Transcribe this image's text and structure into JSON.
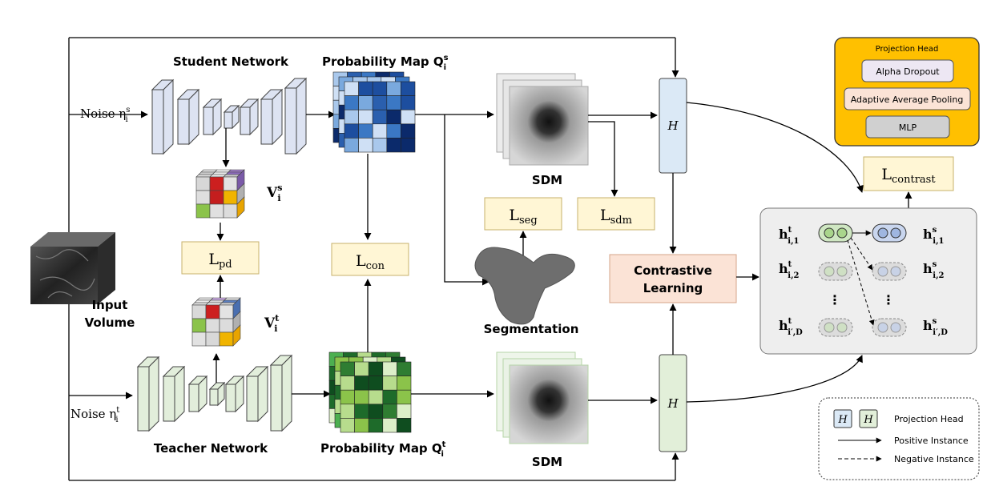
{
  "labels": {
    "student_network": "Student Network",
    "teacher_network": "Teacher Network",
    "prob_map_student": "Probability Map Q",
    "prob_map_student_sup": "s",
    "prob_map_student_sub": "i",
    "prob_map_teacher": "Probability Map Q",
    "prob_map_teacher_sup": "t",
    "prob_map_teacher_sub": "i",
    "noise_student": "Noise η",
    "noise_student_sup": "s",
    "noise_student_sub": "i",
    "noise_teacher": "Noise η",
    "noise_teacher_sup": "t",
    "noise_teacher_sub": "i",
    "input_volume_1": "Input",
    "input_volume_2": "Volume",
    "sdm_top": "SDM",
    "sdm_bottom": "SDM",
    "segmentation": "Segmentation",
    "vs": "V",
    "vs_sup": "s",
    "vs_sub": "i",
    "vt": "V",
    "vt_sup": "t",
    "vt_sub": "i",
    "h_top": "H",
    "h_bottom": "H",
    "contrastive_1": "Contrastive",
    "contrastive_2": "Learning"
  },
  "losses": {
    "l_pd": "L",
    "l_pd_sub": "pd",
    "l_con": "L",
    "l_con_sub": "con",
    "l_seg": "L",
    "l_seg_sub": "seg",
    "l_sdm": "L",
    "l_sdm_sub": "sdm",
    "l_contrast": "L",
    "l_contrast_sub": "contrast"
  },
  "projection_head": {
    "title": "Projection Head",
    "items": [
      "Alpha Dropout",
      "Adaptive Average Pooling",
      "MLP"
    ]
  },
  "contrast_panel": {
    "rows": [
      {
        "t": "h",
        "t_sup": "t",
        "t_sub": "i,1",
        "s": "h",
        "s_sup": "s",
        "s_sub": "i,1"
      },
      {
        "t": "h",
        "t_sup": "t",
        "t_sub": "i,2",
        "s": "h",
        "s_sup": "s",
        "s_sub": "i,2"
      },
      {
        "t": "h",
        "t_sup": "t",
        "t_sub": "i′,D",
        "s": "h",
        "s_sup": "s",
        "s_sub": "i′,D"
      }
    ],
    "dots": "⋮"
  },
  "legend": {
    "h1": "H",
    "h2": "H",
    "projection_head": "Projection Head",
    "positive": "Positive Instance",
    "negative": "Negative Instance"
  },
  "colors": {
    "student_fill": "#dde3f2",
    "teacher_fill": "#e2eedb",
    "loss_fill": "#fff6d5",
    "contrastive_fill": "#fbe3d6",
    "proj_head_fill": "#ffc000",
    "proj_head_border": "#333333",
    "h_student_fill": "#dbe9f6",
    "h_teacher_fill": "#e2efd9"
  }
}
